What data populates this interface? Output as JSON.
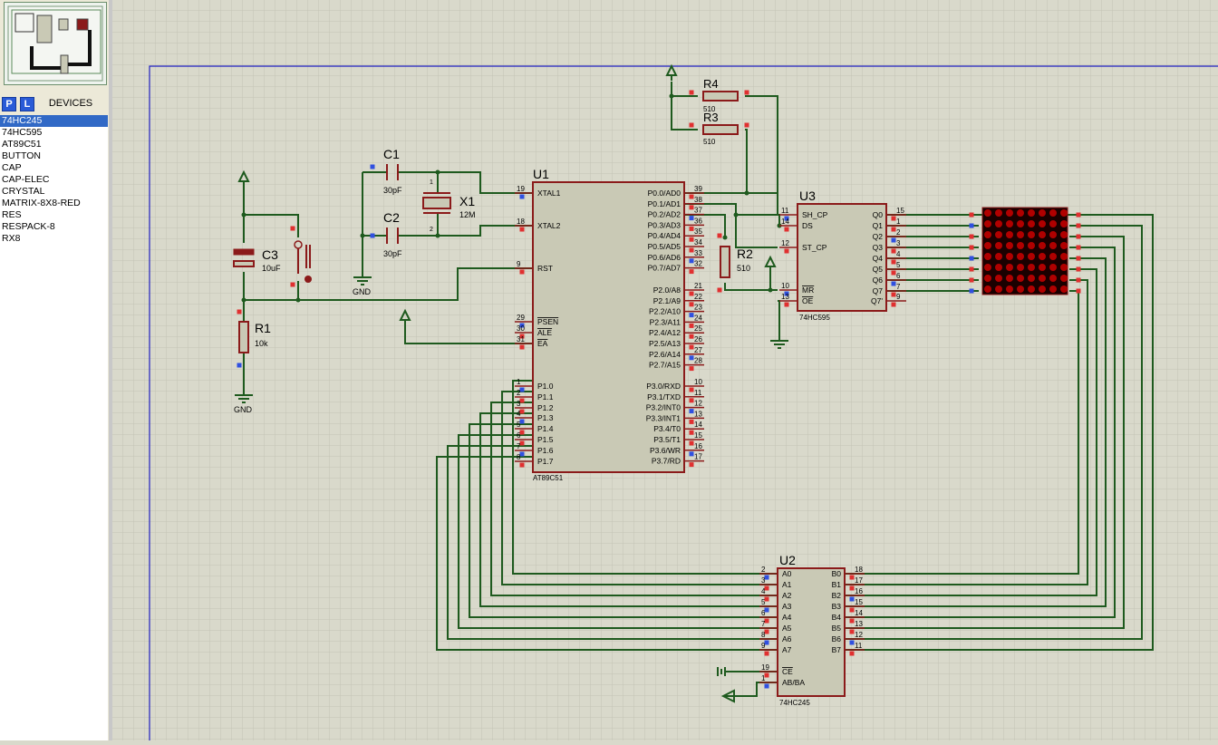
{
  "devices_panel": {
    "p_button": "P",
    "l_button": "L",
    "title": "DEVICES",
    "items": [
      "74HC245",
      "74HC595",
      "AT89C51",
      "BUTTON",
      "CAP",
      "CAP-ELEC",
      "CRYSTAL",
      "MATRIX-8X8-RED",
      "RES",
      "RESPACK-8",
      "RX8"
    ],
    "selected_index": 0
  },
  "colors": {
    "wire": "#1e5a1e",
    "body": "#c9c9b5",
    "outline": "#8b1a1a",
    "pin_red": "#e03030",
    "pin_blue": "#3050e0",
    "grid": "#c4c4b4",
    "grid_major": "#b8b8a6",
    "sheet_border": "#2020c0"
  },
  "components": {
    "c1": {
      "ref": "C1",
      "value": "30pF"
    },
    "c2": {
      "ref": "C2",
      "value": "30pF"
    },
    "c3": {
      "ref": "C3",
      "value": "10uF"
    },
    "r1": {
      "ref": "R1",
      "value": "10k"
    },
    "r2": {
      "ref": "R2",
      "value": "510"
    },
    "r3": {
      "ref": "R3",
      "value": "510"
    },
    "r4": {
      "ref": "R4",
      "value": "510"
    },
    "x1": {
      "ref": "X1",
      "value": "12M",
      "pin1": "1",
      "pin2": "2"
    },
    "gnd_labels": [
      "GND",
      "GND"
    ],
    "u1": {
      "ref": "U1",
      "part": "AT89C51",
      "left_pins": [
        {
          "num": "19",
          "name": "XTAL1"
        },
        {
          "num": "18",
          "name": "XTAL2"
        },
        {
          "num": "9",
          "name": "RST"
        },
        {
          "num": "29",
          "name": "PSEN"
        },
        {
          "num": "30",
          "name": "ALE"
        },
        {
          "num": "31",
          "name": "EA"
        },
        {
          "num": "1",
          "name": "P1.0"
        },
        {
          "num": "2",
          "name": "P1.1"
        },
        {
          "num": "3",
          "name": "P1.2"
        },
        {
          "num": "4",
          "name": "P1.3"
        },
        {
          "num": "5",
          "name": "P1.4"
        },
        {
          "num": "6",
          "name": "P1.5"
        },
        {
          "num": "7",
          "name": "P1.6"
        },
        {
          "num": "8",
          "name": "P1.7"
        }
      ],
      "right_pins": [
        {
          "num": "39",
          "name": "P0.0/AD0"
        },
        {
          "num": "38",
          "name": "P0.1/AD1"
        },
        {
          "num": "37",
          "name": "P0.2/AD2"
        },
        {
          "num": "36",
          "name": "P0.3/AD3"
        },
        {
          "num": "35",
          "name": "P0.4/AD4"
        },
        {
          "num": "34",
          "name": "P0.5/AD5"
        },
        {
          "num": "33",
          "name": "P0.6/AD6"
        },
        {
          "num": "32",
          "name": "P0.7/AD7"
        },
        {
          "num": "21",
          "name": "P2.0/A8"
        },
        {
          "num": "22",
          "name": "P2.1/A9"
        },
        {
          "num": "23",
          "name": "P2.2/A10"
        },
        {
          "num": "24",
          "name": "P2.3/A11"
        },
        {
          "num": "25",
          "name": "P2.4/A12"
        },
        {
          "num": "26",
          "name": "P2.5/A13"
        },
        {
          "num": "27",
          "name": "P2.6/A14"
        },
        {
          "num": "28",
          "name": "P2.7/A15"
        },
        {
          "num": "10",
          "name": "P3.0/RXD"
        },
        {
          "num": "11",
          "name": "P3.1/TXD"
        },
        {
          "num": "12",
          "name": "P3.2/INT0"
        },
        {
          "num": "13",
          "name": "P3.3/INT1"
        },
        {
          "num": "14",
          "name": "P3.4/T0"
        },
        {
          "num": "15",
          "name": "P3.5/T1"
        },
        {
          "num": "16",
          "name": "P3.6/WR"
        },
        {
          "num": "17",
          "name": "P3.7/RD"
        }
      ]
    },
    "u3": {
      "ref": "U3",
      "part": "74HC595",
      "left_pins": [
        {
          "num": "11",
          "name": "SH_CP"
        },
        {
          "num": "14",
          "name": "DS"
        },
        {
          "num": "12",
          "name": "ST_CP"
        },
        {
          "num": "10",
          "name": "MR"
        },
        {
          "num": "13",
          "name": "OE"
        }
      ],
      "right_pins": [
        {
          "num": "15",
          "name": "Q0"
        },
        {
          "num": "1",
          "name": "Q1"
        },
        {
          "num": "2",
          "name": "Q2"
        },
        {
          "num": "3",
          "name": "Q3"
        },
        {
          "num": "4",
          "name": "Q4"
        },
        {
          "num": "5",
          "name": "Q5"
        },
        {
          "num": "6",
          "name": "Q6"
        },
        {
          "num": "7",
          "name": "Q7"
        },
        {
          "num": "9",
          "name": "Q7'"
        }
      ]
    },
    "u2": {
      "ref": "U2",
      "part": "74HC245",
      "left_pins": [
        {
          "num": "2",
          "name": "A0"
        },
        {
          "num": "3",
          "name": "A1"
        },
        {
          "num": "4",
          "name": "A2"
        },
        {
          "num": "5",
          "name": "A3"
        },
        {
          "num": "6",
          "name": "A4"
        },
        {
          "num": "7",
          "name": "A5"
        },
        {
          "num": "8",
          "name": "A6"
        },
        {
          "num": "9",
          "name": "A7"
        },
        {
          "num": "19",
          "name": "CE"
        },
        {
          "num": "1",
          "name": "AB/BA"
        }
      ],
      "right_pins": [
        {
          "num": "18",
          "name": "B0"
        },
        {
          "num": "17",
          "name": "B1"
        },
        {
          "num": "16",
          "name": "B2"
        },
        {
          "num": "15",
          "name": "B3"
        },
        {
          "num": "14",
          "name": "B4"
        },
        {
          "num": "13",
          "name": "B5"
        },
        {
          "num": "12",
          "name": "B6"
        },
        {
          "num": "11",
          "name": "B7"
        }
      ]
    }
  }
}
